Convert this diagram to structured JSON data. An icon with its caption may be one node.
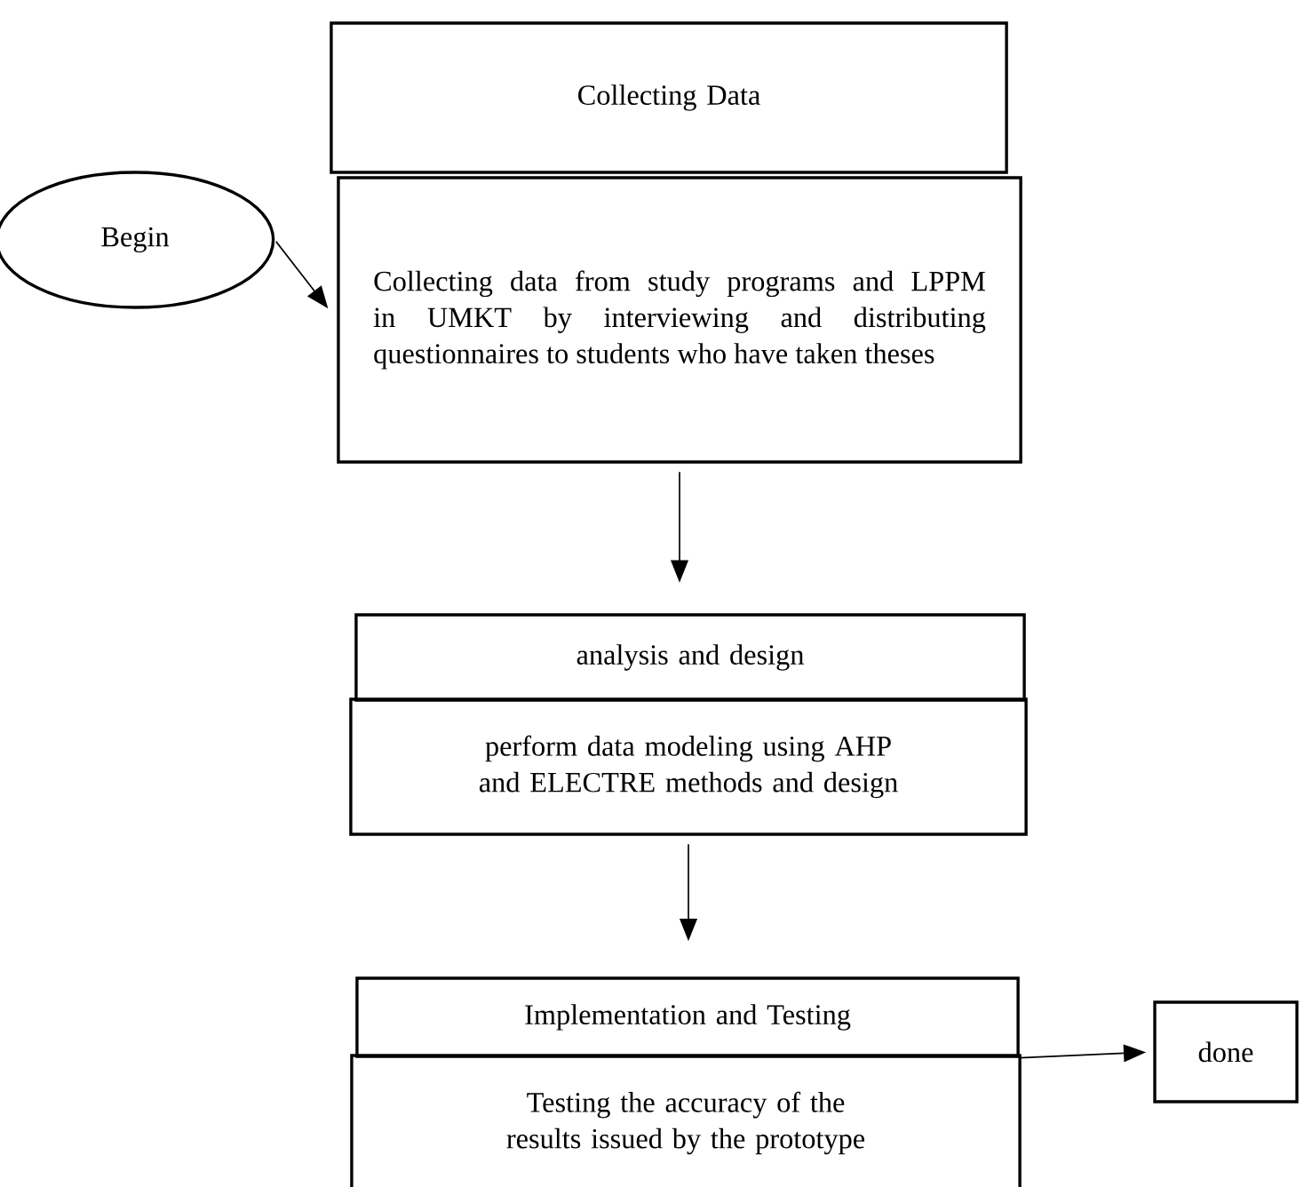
{
  "diagram": {
    "nodes": [
      {
        "text": [
          "Collecting Data"
        ]
      },
      {
        "text": [
          "Collecting data from study programs and LPPM in UMKT by interviewing and distributing questionnaires to students who have taken theses"
        ]
      },
      {
        "text": [
          "Begin"
        ]
      },
      {
        "text": [
          "analysis and design"
        ]
      },
      {
        "text": [
          "perform data modeling using AHP and ELECTRE methods and design"
        ]
      },
      {
        "text": [
          "Implementation and Testing"
        ]
      },
      {
        "text": [
          "Testing the accuracy of the results issued by the prototype"
        ]
      },
      {
        "text": [
          "done"
        ]
      }
    ],
    "edges": [
      {
        "from": 2,
        "to": 1,
        "arrow": "to"
      },
      {
        "from": 1,
        "to": 3,
        "arrow": "to"
      },
      {
        "from": 4,
        "to": 5,
        "arrow": "to"
      },
      {
        "from": 5,
        "to": 7,
        "arrow": "to"
      }
    ]
  }
}
